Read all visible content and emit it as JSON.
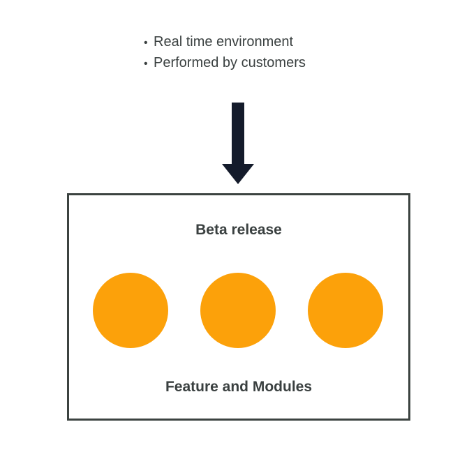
{
  "notes": [
    "Real time environment",
    "Performed by customers"
  ],
  "box": {
    "title": "Beta release",
    "caption": "Feature and Modules"
  },
  "colors": {
    "arrow": "#141b2b",
    "circle": "#fca10a",
    "text": "#3a4040",
    "border": "#3c4340"
  },
  "icons": {
    "arrow": "down-arrow-icon"
  }
}
